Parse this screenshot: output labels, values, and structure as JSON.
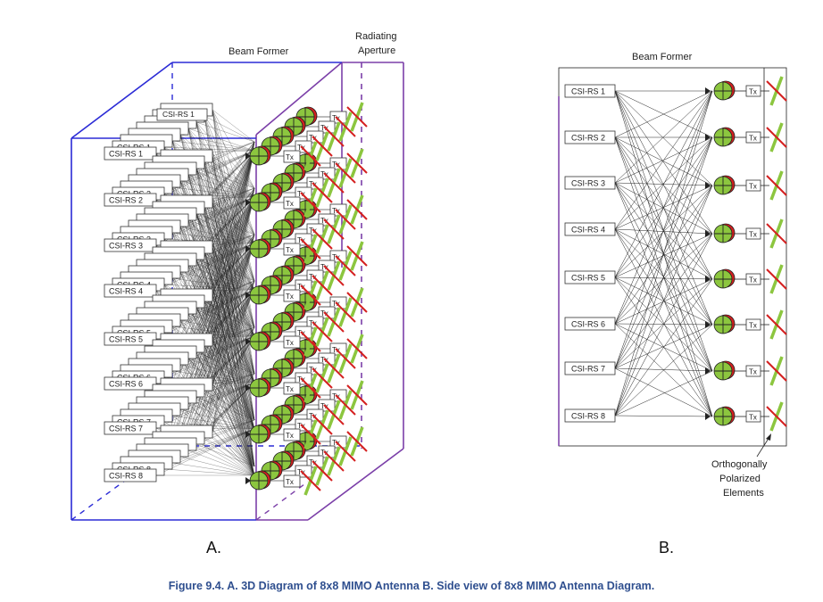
{
  "diagram_a": {
    "beam_former_label": "Beam Former",
    "radiating_aperture_label": [
      "Radiating",
      "Aperture"
    ],
    "panel_label": "A.",
    "csi_rs_labels": [
      "CSI-RS 1",
      "CSI-RS 2",
      "CSI-RS 3",
      "CSI-RS 4",
      "CSI-RS 5",
      "CSI-RS 6",
      "CSI-RS 7",
      "CSI-RS 8"
    ],
    "tx_label": "Tx"
  },
  "diagram_b": {
    "beam_former_label": "Beam Former",
    "panel_label": "B.",
    "csi_rs_labels": [
      "CSI-RS 1",
      "CSI-RS 2",
      "CSI-RS 3",
      "CSI-RS 4",
      "CSI-RS 5",
      "CSI-RS 6",
      "CSI-RS 7",
      "CSI-RS 8"
    ],
    "tx_label": "Tx",
    "annotation": [
      "Orthogonally",
      "Polarized",
      "Elements"
    ]
  },
  "caption": "Figure 9.4.  A. 3D Diagram of 8x8 MIMO Antenna B. Side view of 8x8 MIMO Antenna Diagram.",
  "colors": {
    "box_blue": "#2b2bd6",
    "box_purple": "#7b3fa8",
    "summer_green": "#8cc63f",
    "summer_red": "#d42020",
    "element_green": "#8cc63f",
    "element_red": "#d42020",
    "caption_blue": "#2f4f8f"
  }
}
